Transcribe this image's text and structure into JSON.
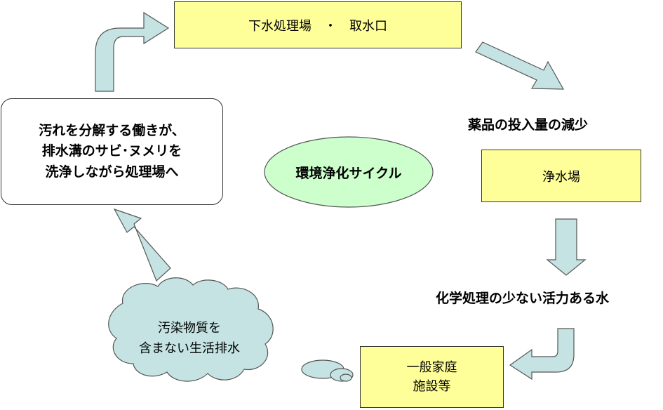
{
  "nodes": {
    "treatment_intake": "下水処理場　・　取水口",
    "chemicals_reduction": "薬品の投入量の減少",
    "water_purification_plant": "浄水場",
    "active_water": "化学処理の少ない活力ある水",
    "households_line1": "一般家庭",
    "households_line2": "施設等",
    "wastewater_line1": "汚染物質を",
    "wastewater_line2": "含まない生活排水",
    "cleaning_line1": "汚れを分解する働きが、",
    "cleaning_line2": "排水溝のサビ･ヌメリを",
    "cleaning_line3": "洗浄しながら処理場へ",
    "center_label": "環境浄化サイクル"
  },
  "colors": {
    "arrow_fill": "#c5e3e3",
    "box_fill": "#ffff99",
    "ellipse_fill": "#ccffcc",
    "cloud_fill": "#c5e3e3"
  }
}
